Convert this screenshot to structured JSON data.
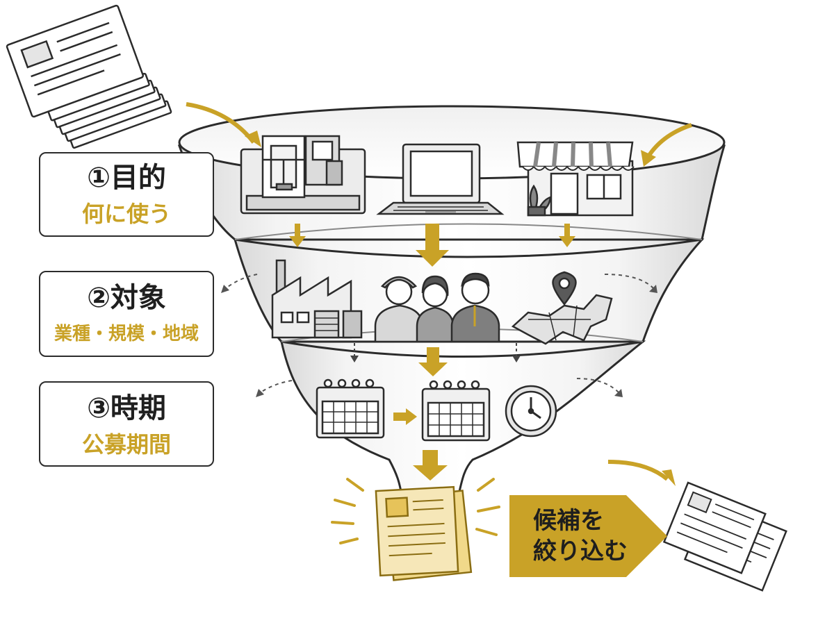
{
  "colors": {
    "accent": "#c9a227",
    "ink": "#2b2b2b",
    "paper_warm": "#f6e7b8"
  },
  "steps": [
    {
      "title": "①目的",
      "subtitle": "何に使う"
    },
    {
      "title": "②対象",
      "subtitle": "業種・規模・地域"
    },
    {
      "title": "③時期",
      "subtitle": "公募期間"
    }
  ],
  "result": {
    "line1": "候補を",
    "line2": "絞り込む"
  },
  "icons": {
    "stack": "document-stack-icon",
    "machine": "cnc-machine-icon",
    "laptop": "laptop-icon",
    "shop": "storefront-icon",
    "factory": "factory-icon",
    "people": "people-icon",
    "map": "map-pin-icon",
    "calendar": "calendar-icon",
    "clock": "clock-icon",
    "selected": "selected-document-icon",
    "output": "output-documents-icon"
  }
}
